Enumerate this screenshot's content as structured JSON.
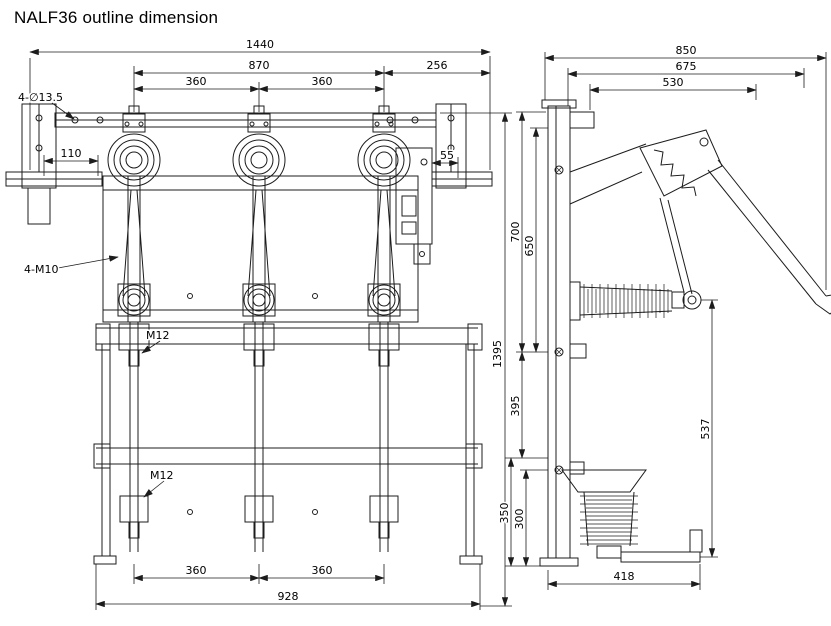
{
  "title": "NALF36 outline dimension",
  "front": {
    "w1440": "1440",
    "w870": "870",
    "w360a": "360",
    "w360b": "360",
    "w256": "256",
    "holes": "4-∅13.5",
    "w110": "110",
    "w55": "55",
    "bolts": "4-M10",
    "m12a": "M12",
    "m12b": "M12",
    "h1395": "1395",
    "w360c": "360",
    "w360d": "360",
    "w928": "928"
  },
  "side": {
    "w850": "850",
    "w675": "675",
    "w530": "530",
    "h700": "700",
    "h650": "650",
    "h395": "395",
    "h537": "537",
    "h350": "350",
    "h300": "300",
    "w418": "418"
  }
}
